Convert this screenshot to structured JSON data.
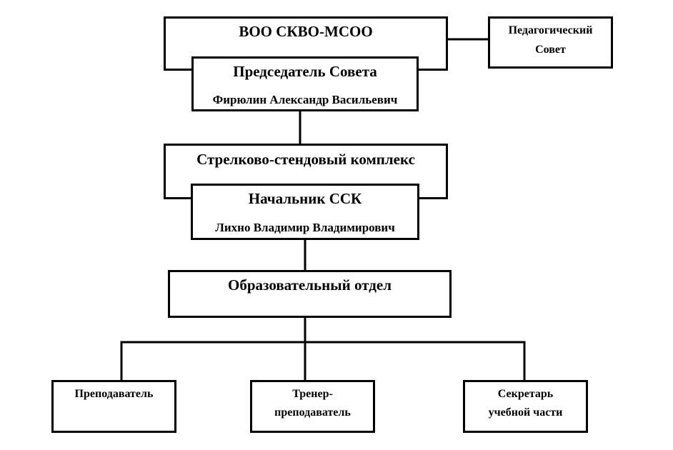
{
  "org": {
    "name": "ВОО СКВО-МСОО",
    "pedagogical_council": {
      "line1": "Педагогический",
      "line2": "Совет"
    },
    "chairman": {
      "title": "Председатель Совета",
      "person": "Фирюлин Александр Васильевич"
    }
  },
  "complex": {
    "name": "Стрелково-стендовый комплекс",
    "head": {
      "title": "Начальник ССК",
      "person": "Лихно Владимир Владимирович"
    }
  },
  "department": {
    "name": "Образовательный отдел"
  },
  "staff": {
    "teacher": "Преподаватель",
    "coach": {
      "line1": "Тренер-",
      "line2": "преподаватель"
    },
    "secretary": {
      "line1": "Секретарь",
      "line2": "учебной части"
    }
  }
}
